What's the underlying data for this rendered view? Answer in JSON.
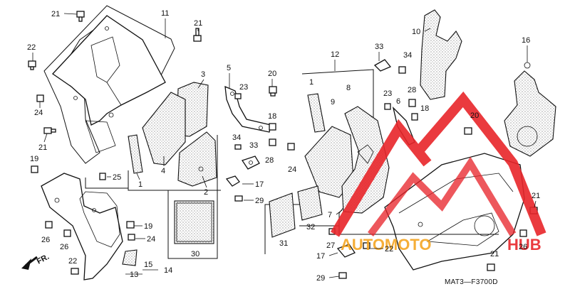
{
  "diagram": {
    "code": "MAT3—F3700D",
    "direction_label": "FR.",
    "watermark": {
      "text_left": "AUTOMOTO",
      "text_right": "HUB",
      "color_red": "#e8252a",
      "color_orange": "#f5a623"
    },
    "labels": [
      {
        "id": "l21a",
        "text": "21"
      },
      {
        "id": "l11",
        "text": "11"
      },
      {
        "id": "l21b",
        "text": "21"
      },
      {
        "id": "l22a",
        "text": "22"
      },
      {
        "id": "l24a",
        "text": "24"
      },
      {
        "id": "l21c",
        "text": "21"
      },
      {
        "id": "l3",
        "text": "3"
      },
      {
        "id": "l4",
        "text": "4"
      },
      {
        "id": "l1a",
        "text": "1"
      },
      {
        "id": "l2",
        "text": "2"
      },
      {
        "id": "l5",
        "text": "5"
      },
      {
        "id": "l23a",
        "text": "23"
      },
      {
        "id": "l20a",
        "text": "20"
      },
      {
        "id": "l18a",
        "text": "18"
      },
      {
        "id": "l34a",
        "text": "34"
      },
      {
        "id": "l33a",
        "text": "33"
      },
      {
        "id": "l28a",
        "text": "28"
      },
      {
        "id": "l24b",
        "text": "24"
      },
      {
        "id": "l17a",
        "text": "17"
      },
      {
        "id": "l29a",
        "text": "29"
      },
      {
        "id": "l19a",
        "text": "19"
      },
      {
        "id": "l25",
        "text": "25"
      },
      {
        "id": "l26a",
        "text": "26"
      },
      {
        "id": "l26b",
        "text": "26"
      },
      {
        "id": "l19b",
        "text": "19"
      },
      {
        "id": "l24c",
        "text": "24"
      },
      {
        "id": "l22b",
        "text": "22"
      },
      {
        "id": "l13",
        "text": "13"
      },
      {
        "id": "l15",
        "text": "15"
      },
      {
        "id": "l14",
        "text": "14"
      },
      {
        "id": "l30",
        "text": "30"
      },
      {
        "id": "l12",
        "text": "12"
      },
      {
        "id": "l1b",
        "text": "1"
      },
      {
        "id": "l9",
        "text": "9"
      },
      {
        "id": "l8",
        "text": "8"
      },
      {
        "id": "l7",
        "text": "7"
      },
      {
        "id": "l31",
        "text": "31"
      },
      {
        "id": "l32",
        "text": "32"
      },
      {
        "id": "l27",
        "text": "27"
      },
      {
        "id": "l22c",
        "text": "22"
      },
      {
        "id": "l17b",
        "text": "17"
      },
      {
        "id": "l29b",
        "text": "29"
      },
      {
        "id": "l10",
        "text": "10"
      },
      {
        "id": "l33b",
        "text": "33"
      },
      {
        "id": "l34b",
        "text": "34"
      },
      {
        "id": "l23b",
        "text": "23"
      },
      {
        "id": "l6",
        "text": "6"
      },
      {
        "id": "l28b",
        "text": "28"
      },
      {
        "id": "l18b",
        "text": "18"
      },
      {
        "id": "l16",
        "text": "16"
      },
      {
        "id": "l20b",
        "text": "20"
      },
      {
        "id": "l21d",
        "text": "21"
      },
      {
        "id": "l26c",
        "text": "26"
      },
      {
        "id": "l21e",
        "text": "21"
      }
    ]
  }
}
